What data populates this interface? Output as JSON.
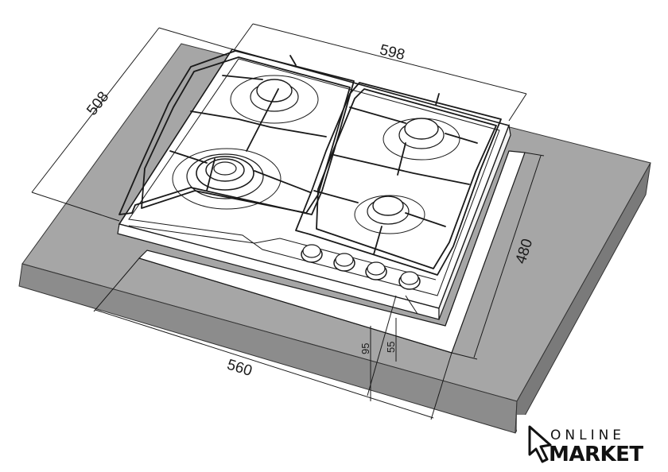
{
  "dimensions": {
    "hob_width": "598",
    "hob_depth": "508",
    "cutout_width": "560",
    "cutout_depth": "480",
    "dim_95": "95",
    "dim_55": "55"
  },
  "logo": {
    "line1": "ONLINE",
    "line2": "MARKET"
  },
  "colors": {
    "countertop_top": "#a6a6a6",
    "countertop_front": "#8a8a8a",
    "countertop_side": "#7c7c7c",
    "line": "#1a1a1a",
    "hob": "#ffffff"
  }
}
